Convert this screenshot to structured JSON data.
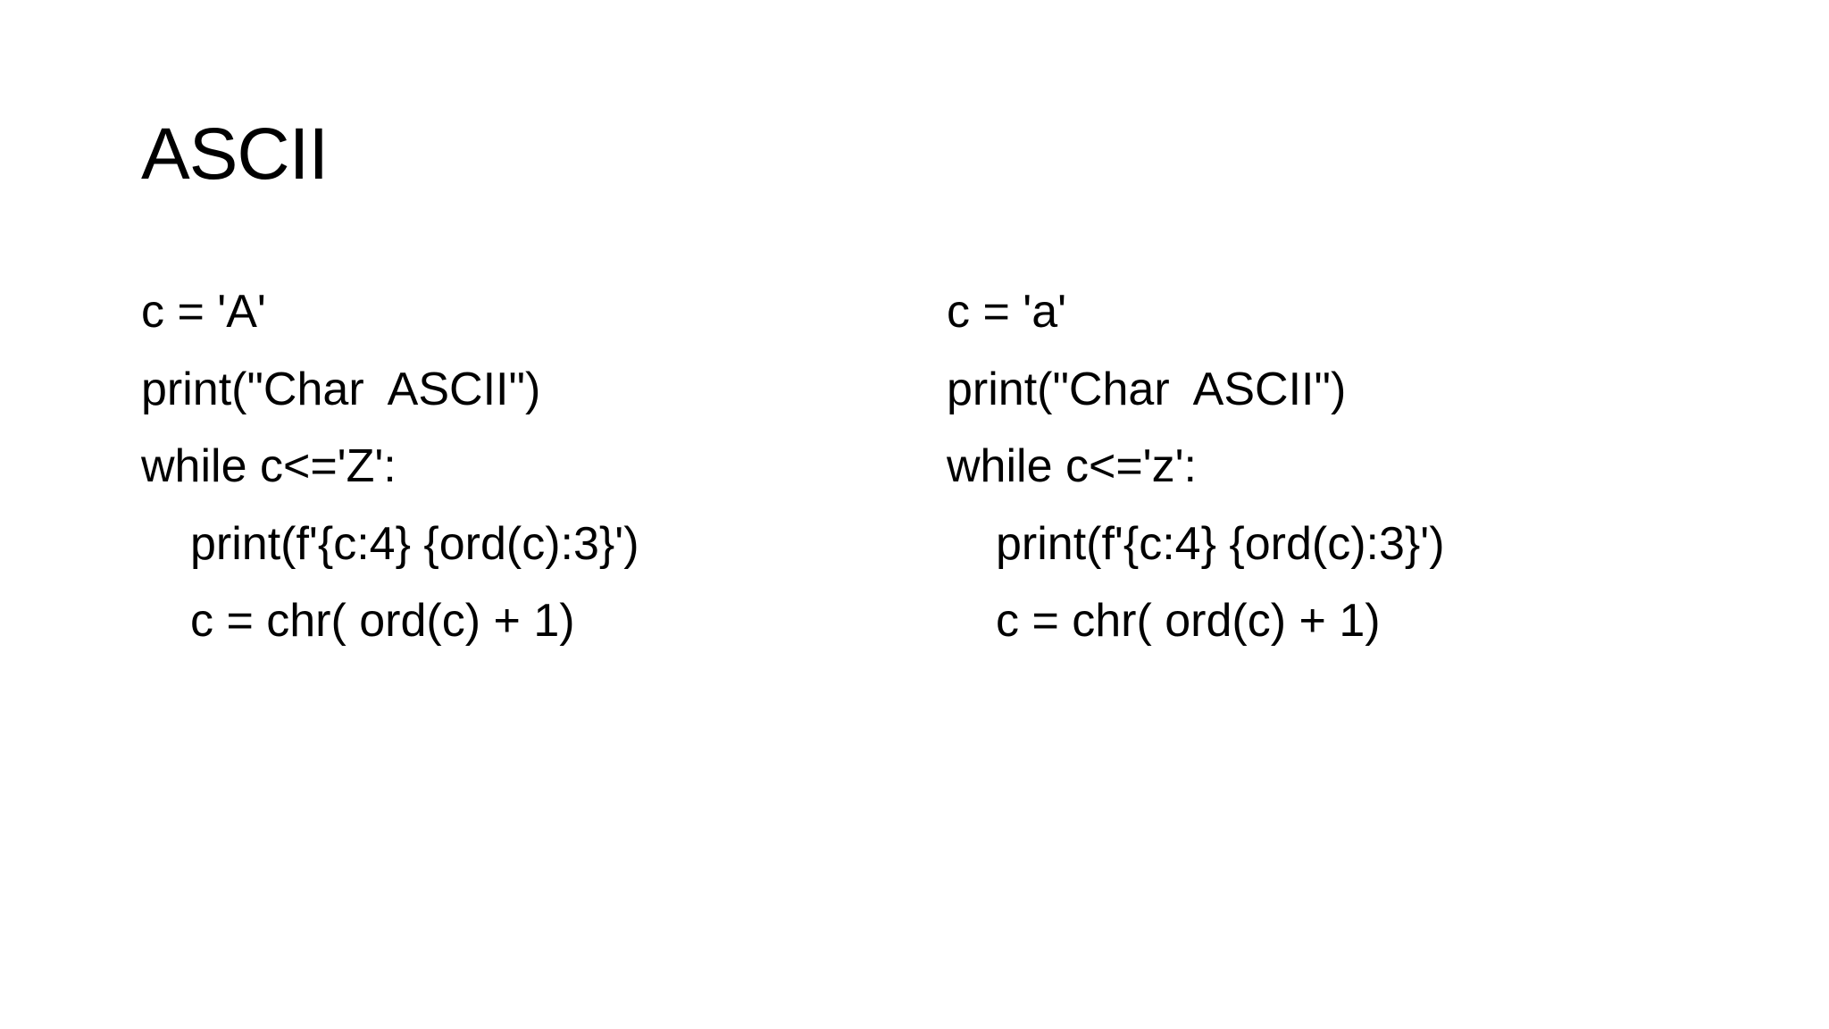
{
  "slide": {
    "title": "ASCII",
    "left_code": {
      "lines": [
        {
          "text": "c = 'A'",
          "indent": false
        },
        {
          "text": "print(\"Char  ASCII\")",
          "indent": false
        },
        {
          "text": "while c<='Z':",
          "indent": false
        },
        {
          "text": "print(f'{c:4} {ord(c):3}')",
          "indent": true
        },
        {
          "text": "c = chr( ord(c) + 1)",
          "indent": true
        }
      ]
    },
    "right_code": {
      "lines": [
        {
          "text": "c = 'a'",
          "indent": false
        },
        {
          "text": "print(\"Char  ASCII\")",
          "indent": false
        },
        {
          "text": "while c<='z':",
          "indent": false
        },
        {
          "text": "print(f'{c:4} {ord(c):3}')",
          "indent": true
        },
        {
          "text": "c = chr( ord(c) + 1)",
          "indent": true
        }
      ]
    }
  }
}
